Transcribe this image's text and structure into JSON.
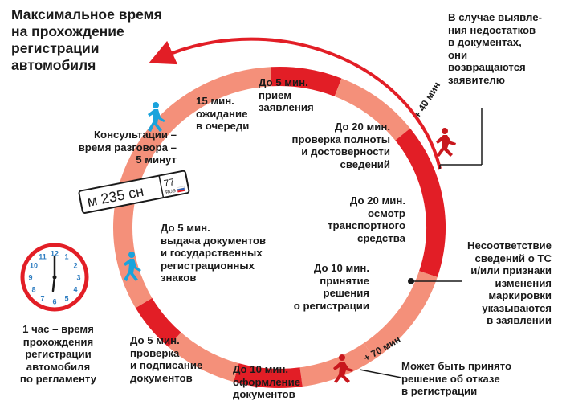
{
  "title": "Максимальное время\nна прохождение\nрегистрации\nавтомобиля",
  "steps": [
    {
      "label": "15 мин.\nожидание\nв очереди"
    },
    {
      "label": "До 5 мин.\nприем\nзаявления"
    },
    {
      "label": "До 20 мин.\nпроверка полноты\nи достоверности\nсведений"
    },
    {
      "label": "До 20 мин.\nосмотр\nтранспортного\nсредства"
    },
    {
      "label": "До 10 мин.\nпринятие\nрешения\nо регистрации"
    },
    {
      "label": "До 10 мин.\nоформление\nдокументов"
    },
    {
      "label": "До 5 мин.\nпроверка\nи подписание\nдокументов"
    },
    {
      "label": "До 5 мин.\nвыдача документов\nи государственных\nрегистрационных\nзнаков"
    }
  ],
  "consultation": "Консультации –\nвремя разговора –\n5 минут",
  "plate": {
    "number": "м 235 сн",
    "region": "77",
    "country": "RUS"
  },
  "total": "1 час – время\nпрохождения\nрегистрации\nавтомобиля\nпо регламенту",
  "notes": {
    "documents": "В случае выявле-\nния недостатков\nв документах,\nони\nвозвращаются\nзаявителю",
    "mismatch": "Несоответствие\nсведений о ТС\nи/или признаки\nизменения\nмаркировки\nуказываются\nв заявлении",
    "refusal": "Может быть принято\nрешение об отказе\nв регистрации"
  },
  "delays": {
    "documents": "+ 40 мин",
    "refusal": "+ 70 мин"
  },
  "colors": {
    "ring_dark": "#e21e26",
    "ring_light": "#f4907a",
    "icon_blue": "#1aa3dc",
    "icon_red": "#c8171d",
    "clock_blue": "#2f7ec1",
    "text": "#1a1a1a"
  }
}
